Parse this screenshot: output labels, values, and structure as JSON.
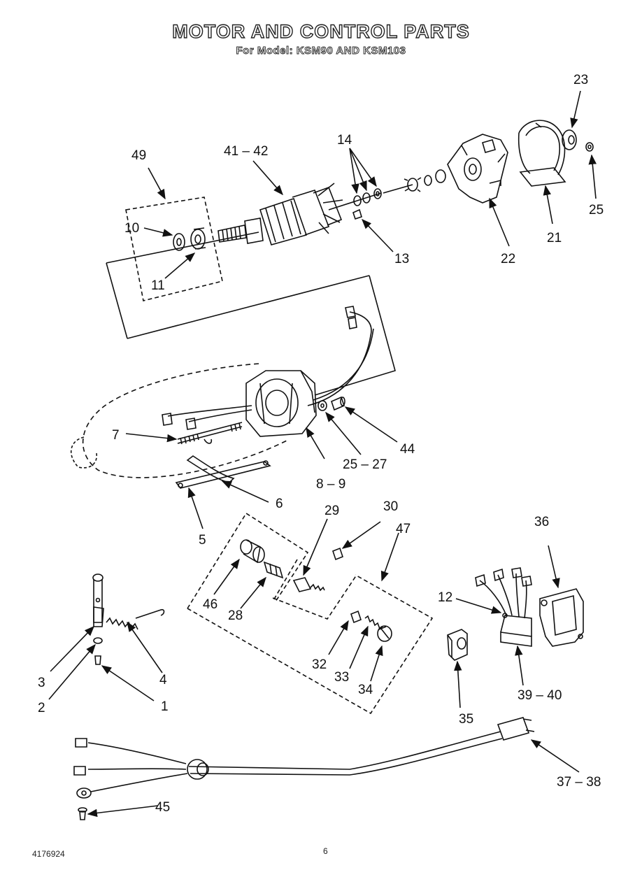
{
  "title": "MOTOR AND CONTROL PARTS",
  "subtitle": "For Model: KSM90 AND KSM103",
  "callouts": {
    "c1": "1",
    "c2": "2",
    "c3": "3",
    "c4": "4",
    "c5": "5",
    "c6": "6",
    "c7": "7",
    "c8_9": "8 – 9",
    "c10": "10",
    "c11": "11",
    "c12": "12",
    "c13": "13",
    "c14": "14",
    "c21": "21",
    "c22": "22",
    "c23": "23",
    "c25": "25",
    "c25_27": "25 – 27",
    "c28": "28",
    "c29": "29",
    "c30": "30",
    "c32": "32",
    "c33": "33",
    "c34": "34",
    "c35": "35",
    "c36": "36",
    "c37_38": "37 – 38",
    "c39_40": "39 – 40",
    "c41_42": "41 – 42",
    "c44": "44",
    "c45": "45",
    "c46": "46",
    "c47": "47",
    "c49": "49"
  },
  "footer": {
    "doc_number": "4176924",
    "page_number": "6"
  }
}
